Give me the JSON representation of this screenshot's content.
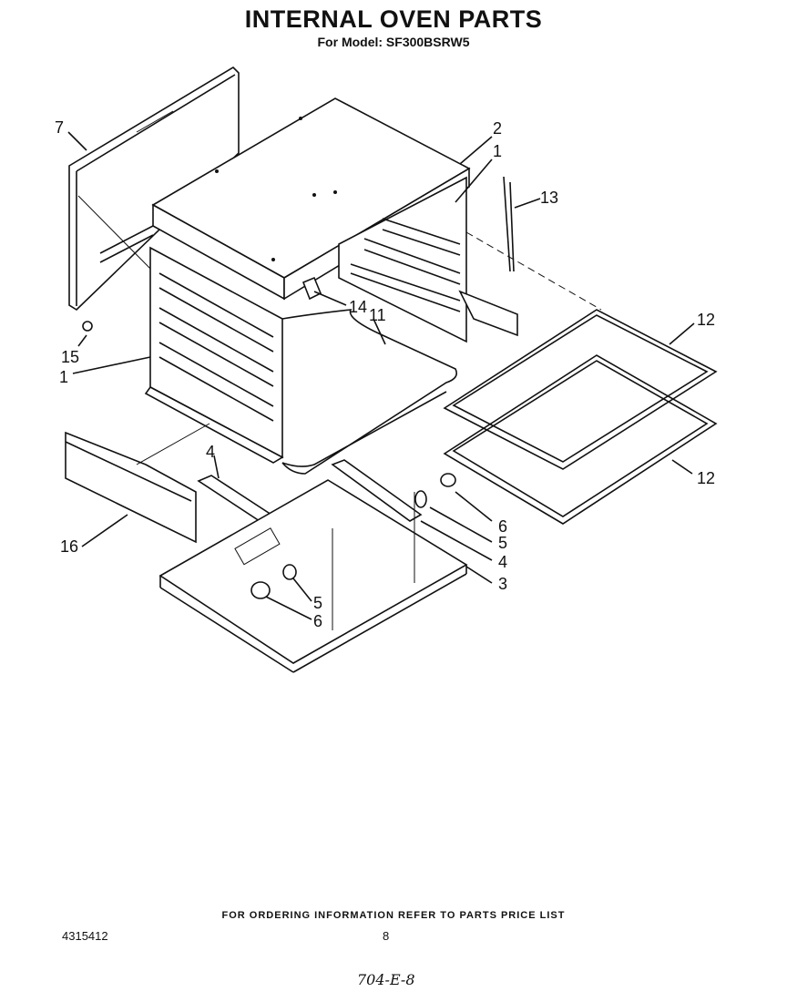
{
  "header": {
    "title": "INTERNAL OVEN PARTS",
    "subtitle": "For Model: SF300BSRW5"
  },
  "callouts": [
    {
      "id": "c7",
      "text": "7"
    },
    {
      "id": "c2",
      "text": "2"
    },
    {
      "id": "c1a",
      "text": "1"
    },
    {
      "id": "c13",
      "text": "13"
    },
    {
      "id": "c14",
      "text": "14"
    },
    {
      "id": "c11",
      "text": "11"
    },
    {
      "id": "c15",
      "text": "15"
    },
    {
      "id": "c1b",
      "text": "1"
    },
    {
      "id": "c12a",
      "text": "12"
    },
    {
      "id": "c12b",
      "text": "12"
    },
    {
      "id": "c4a",
      "text": "4"
    },
    {
      "id": "c6a",
      "text": "6"
    },
    {
      "id": "c5a",
      "text": "5"
    },
    {
      "id": "c4b",
      "text": "4"
    },
    {
      "id": "c3",
      "text": "3"
    },
    {
      "id": "c16",
      "text": "16"
    },
    {
      "id": "c5b",
      "text": "5"
    },
    {
      "id": "c6b",
      "text": "6"
    }
  ],
  "footer": {
    "note": "FOR ORDERING INFORMATION REFER TO PARTS PRICE LIST",
    "doc_number": "4315412",
    "page": "8",
    "handwritten": "704-E-8"
  }
}
